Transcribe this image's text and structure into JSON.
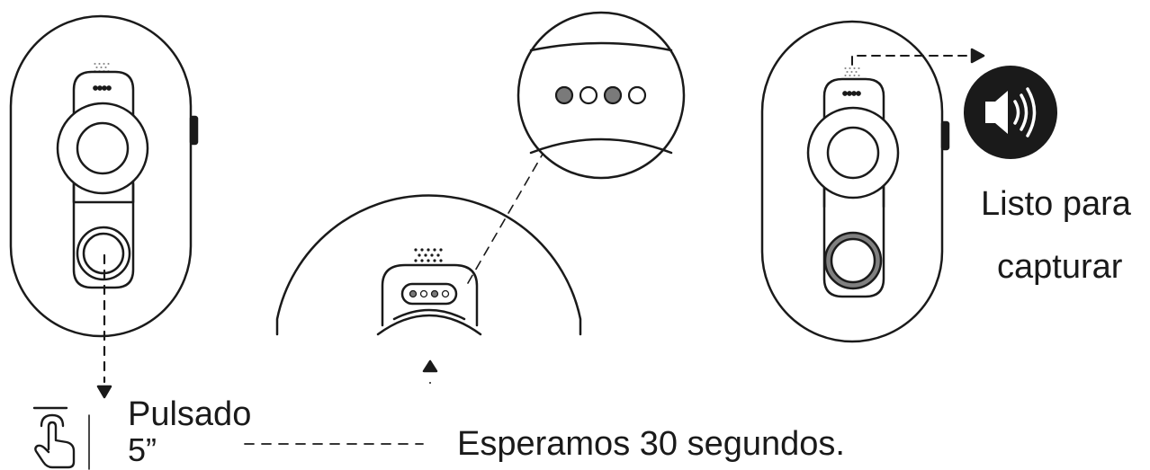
{
  "step1": {
    "pressed_label": "Pulsado",
    "duration_label": "5”",
    "icons": [
      "press-hold-finger-icon"
    ]
  },
  "step2": {
    "wait_label": "Esperamos 30 segundos.",
    "led_indicators": [
      "grey",
      "off",
      "grey",
      "off"
    ]
  },
  "step3": {
    "ready_line1": "Listo para",
    "ready_line2": "capturar",
    "icons": [
      "speaker-sound-icon"
    ]
  },
  "colors": {
    "stroke": "#1a1a1a",
    "led_on": "#7a7a7a",
    "ring_active": "#808080",
    "speaker_bg": "#1a1a1a"
  }
}
